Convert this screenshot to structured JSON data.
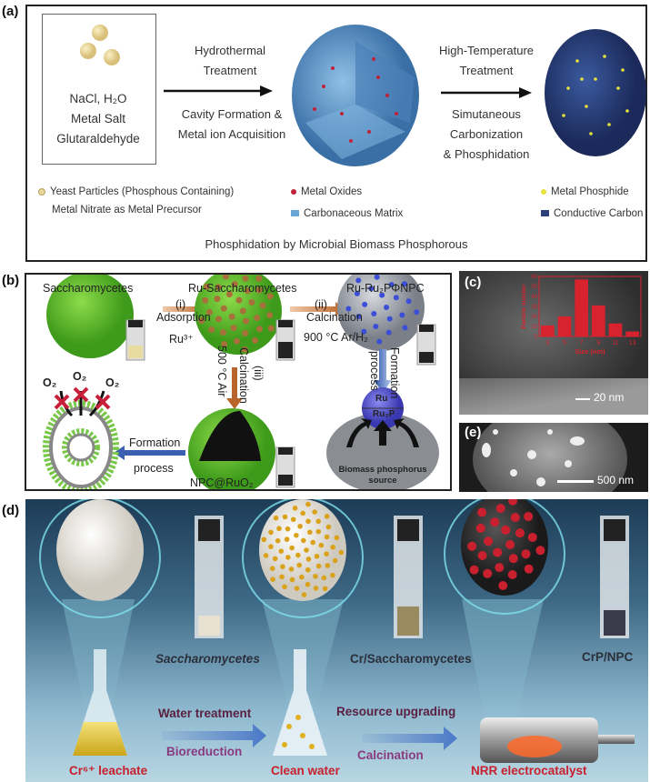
{
  "panel_a": {
    "label": "(a)",
    "inputs": [
      "NaCl, H₂O",
      "Metal Salt",
      "Glutaraldehyde"
    ],
    "step1_top": [
      "Hydrothermal",
      "Treatment"
    ],
    "step1_bottom": [
      "Cavity Formation &",
      "Metal ion Acquisition"
    ],
    "step2_top": [
      "High-Temperature",
      "Treatment"
    ],
    "step2_bottom": [
      "Simutaneous",
      "Carbonization",
      "& Phosphidation"
    ],
    "legend": {
      "yeast": "Yeast Particles (Phosphous Containing)",
      "nitrate": "Metal Nitrate as Metal Precursor",
      "oxides": "Metal Oxides",
      "matrix": "Carbonaceous Matrix",
      "phosphide": "Metal Phosphide",
      "carbon": "Conductive Carbon"
    },
    "caption": "Phosphidation by Microbial Biomass Phosphorous",
    "colors": {
      "yeast": "#e8d79a",
      "oxides": "#c0223a",
      "matrix": "#6aa6d6",
      "phosphide": "#e6e23a",
      "carbon": "#2a3f7a"
    }
  },
  "panel_b": {
    "label": "(b)",
    "sacch": "Saccharomycetes",
    "ru_sacch": "Ru-Saccharomycetes",
    "ru_npc": "Ru-Ru₂PΦNPC",
    "step_i": "(i)",
    "adsorption": "Adsorption",
    "ru3": "Ru³⁺",
    "step_ii": "(ii)",
    "calcination": "Calcination",
    "cond_ii": "900 °C Ar/H₂",
    "step_iii": "(iii)",
    "cond_iii": "500 °C Air",
    "formation": "Formation",
    "process": "process",
    "npc_ruo2": "NPC@RuO₂",
    "o2": "O₂",
    "ru": "Ru",
    "ru2p": "Ru₂P",
    "biomass": "Biomass phosphorus",
    "source": "source"
  },
  "panel_c": {
    "label": "(c)",
    "scale_bar": "20 nm",
    "chart_data": {
      "type": "bar",
      "xlabel": "Size (nm)",
      "ylabel": "Particle number",
      "categories": [
        3,
        5,
        7,
        9,
        11,
        13
      ],
      "values": [
        11,
        20,
        57,
        31,
        13,
        5
      ],
      "ylim": [
        0,
        60
      ],
      "yticks": [
        0,
        10,
        20,
        30,
        40,
        50,
        60
      ],
      "color": "#d8222e"
    }
  },
  "panel_e": {
    "label": "(e)",
    "scale_bar": "500 nm"
  },
  "panel_d": {
    "label": "(d)",
    "sacch": "Saccharomycetes",
    "cr_sacch": "Cr/Saccharomycetes",
    "crp": "CrP/NPC",
    "water_treatment": "Water treatment",
    "bioreduction": "Bioreduction",
    "resource": "Resource upgrading",
    "calcination": "Calcination",
    "leachate": "Cr⁶⁺ leachate",
    "clean": "Clean water",
    "nrr": "NRR electrocatalyst"
  }
}
